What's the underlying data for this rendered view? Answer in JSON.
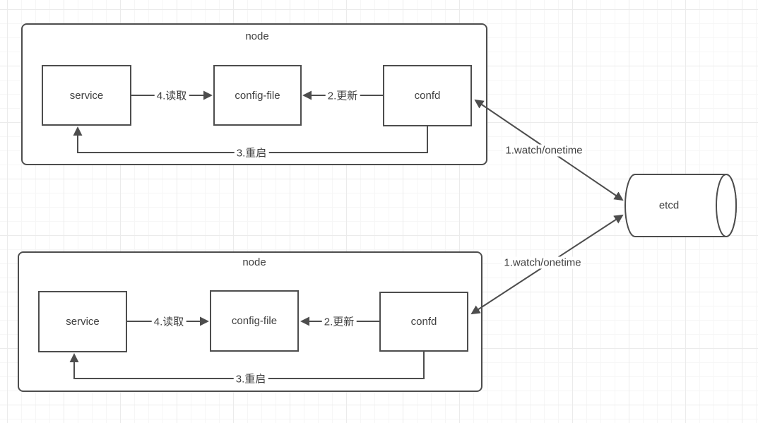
{
  "colors": {
    "stroke": "#4d4d4d",
    "text": "#3f3f3f",
    "fill": "#ffffff"
  },
  "nodes": [
    {
      "title": "node",
      "service": "service",
      "config_file": "config-file",
      "confd": "confd",
      "label_read": "4.读取",
      "label_update": "2.更新",
      "label_restart": "3.重启",
      "label_watch": "1.watch/onetime"
    },
    {
      "title": "node",
      "service": "service",
      "config_file": "config-file",
      "confd": "confd",
      "label_read": "4.读取",
      "label_update": "2.更新",
      "label_restart": "3.重启",
      "label_watch": "1.watch/onetime"
    }
  ],
  "etcd": {
    "label": "etcd"
  }
}
